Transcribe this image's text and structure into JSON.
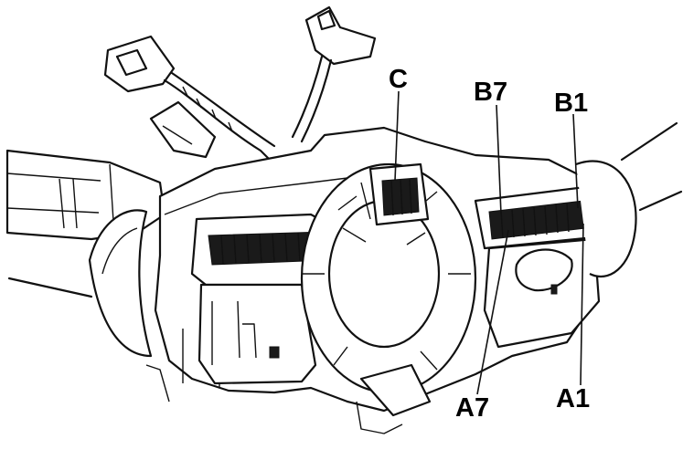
{
  "callouts": {
    "c": "C",
    "b7": "B7",
    "b1": "B1",
    "a7": "A7",
    "a1": "A1"
  },
  "colors": {
    "ink": "#111111",
    "background": "#ffffff"
  }
}
